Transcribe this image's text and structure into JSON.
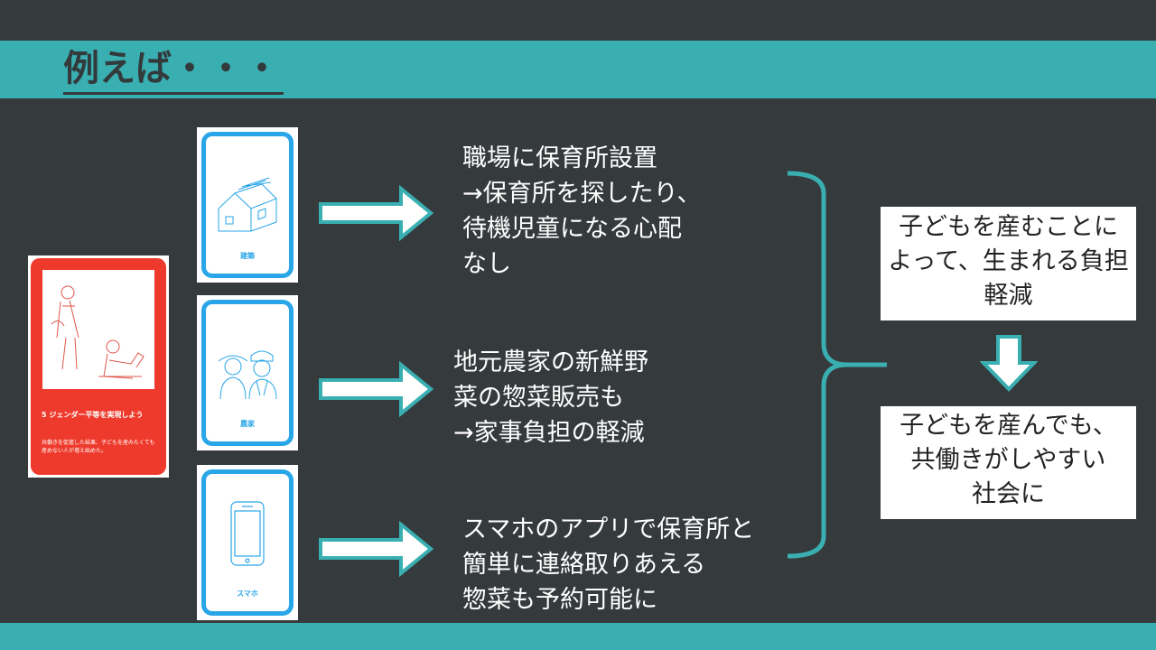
{
  "slide": {
    "title": "例えば・・・",
    "colors": {
      "background": "#353a3c",
      "band": "#3aafb2",
      "card_border": "#29a6e8",
      "sdg_red": "#ee3a2c"
    }
  },
  "sdg_card": {
    "heading": "5 ジェンダー平等を実現しよう",
    "text": "共働きを促進した結果、子どもを産みたくても産めない人が増え始めた。"
  },
  "cards": [
    {
      "label": "建築",
      "icon": "house-icon"
    },
    {
      "label": "農家",
      "icon": "farmers-icon"
    },
    {
      "label": "スマホ",
      "icon": "smartphone-icon"
    }
  ],
  "examples": [
    {
      "text": "職場に保育所設置\n→保育所を探したり、\n待機児童になる心配\nなし"
    },
    {
      "text": "地元農家の新鮮野\n菜の惣菜販売も\n→家事負担の軽減"
    },
    {
      "text": "スマホのアプリで保育所と\n簡単に連絡取りあえる\n惣菜も予約可能に"
    }
  ],
  "results": [
    {
      "text": "子どもを産むことに\nよって、生まれる負担\n軽減"
    },
    {
      "text": "子どもを産んでも、\n共働きがしやすい\n社会に"
    }
  ]
}
